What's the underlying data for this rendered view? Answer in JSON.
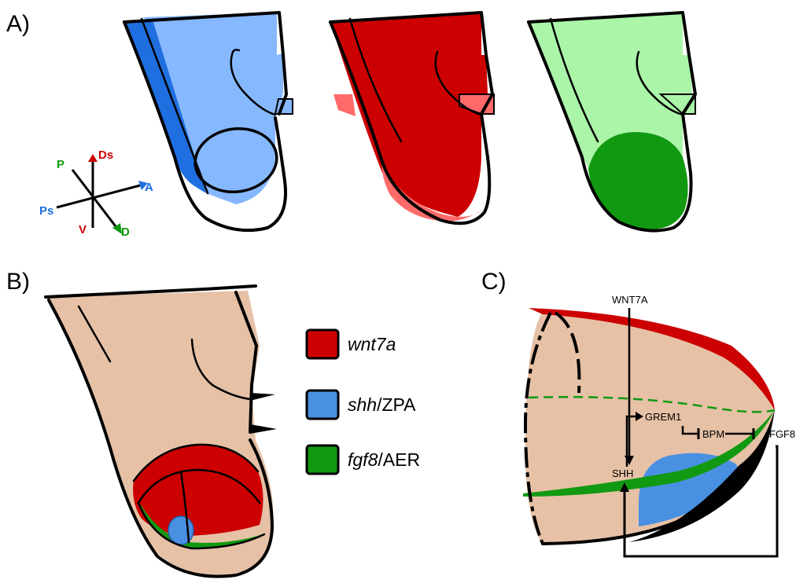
{
  "panels": {
    "a": {
      "letter": "A)"
    },
    "b": {
      "letter": "B)"
    },
    "c": {
      "letter": "C)"
    }
  },
  "axes": {
    "p": "P",
    "ds": "Ds",
    "a": "A",
    "ps": "Ps",
    "v": "V",
    "d": "D"
  },
  "legend": [
    {
      "gene": "wnt7a",
      "suffix": "",
      "color": "#cc0000"
    },
    {
      "gene": "shh",
      "suffix": "/ZPA",
      "color": "#4a90e2"
    },
    {
      "gene": "fgf8",
      "suffix": "/AER",
      "color": "#119911"
    }
  ],
  "network": {
    "wnt7a": "WNT7A",
    "grem1": "GREM1",
    "bpm": "BPM",
    "fgf8": "FGF8",
    "shh": "SHH"
  },
  "colors": {
    "blue_light": "#86b8ff",
    "blue_dark": "#1f6fe0",
    "red": "#cc0000",
    "red_light": "#ff6a6a",
    "green_light": "#aaf5a8",
    "green_dark": "#119911",
    "tissue": "#e6c1a6"
  }
}
